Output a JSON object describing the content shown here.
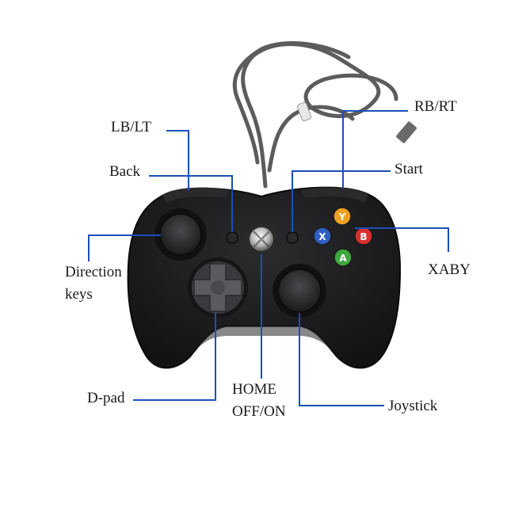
{
  "labels": {
    "lb_lt": "LB/LT",
    "back": "Back",
    "direction_keys_1": "Direction",
    "direction_keys_2": "keys",
    "d_pad": "D-pad",
    "home_1": "HOME",
    "home_2": "OFF/ON",
    "rb_rt": "RB/RT",
    "start": "Start",
    "xaby": "XABY",
    "joystick": "Joystick"
  },
  "face_buttons": {
    "y": {
      "letter": "Y",
      "color": "#f0a020"
    },
    "x": {
      "letter": "X",
      "color": "#2f5fc4"
    },
    "b": {
      "letter": "B",
      "color": "#d83030"
    },
    "a": {
      "letter": "A",
      "color": "#3ea83e"
    }
  },
  "colors": {
    "leader_line": "#1a4fb8",
    "controller_body": "#1e1e20",
    "cable": "#5c5c5c"
  }
}
